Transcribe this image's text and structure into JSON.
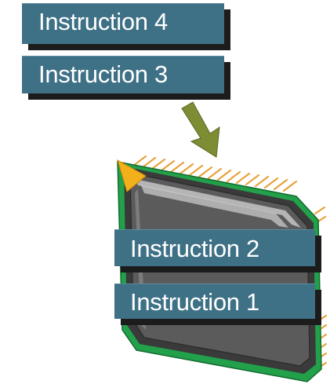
{
  "queue": {
    "pending": [
      {
        "label": "Instruction 4"
      },
      {
        "label": "Instruction 3"
      }
    ],
    "in_processor": [
      {
        "label": "Instruction 2"
      },
      {
        "label": "Instruction 1"
      }
    ]
  },
  "colors": {
    "label_fill": "#3f7186",
    "label_shadow": "#1c1c1c",
    "arrow": "#7d8d34",
    "chip_body": "#4a4a4a",
    "chip_border": "#22a04a",
    "pins": "#e8a23a",
    "pin1_marker": "#f2b01a"
  }
}
